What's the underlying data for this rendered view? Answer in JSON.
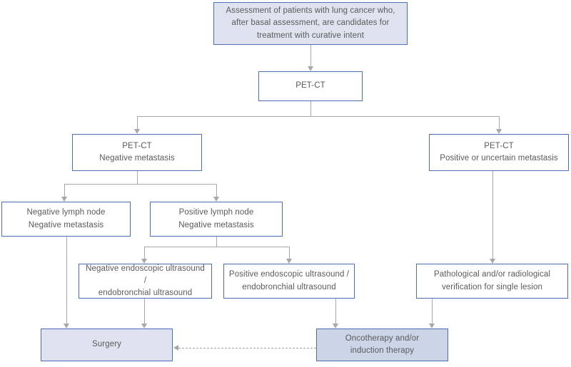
{
  "diagram": {
    "title": "Lung cancer staging and treatment decision flowchart",
    "colors": {
      "node_border": "#4a6fb5",
      "node_fill_white": "#ffffff",
      "node_fill_light": "#dfe3f0",
      "node_fill_mid": "#ccd4e8",
      "connector": "#a8a8a8",
      "text": "#5a5a5a"
    },
    "nodes": {
      "assessment": {
        "label": "Assessment of patients with lung cancer who,\nafter basal assessment, are candidates for\ntreatment with curative intent",
        "fill": "light"
      },
      "pet_ct": {
        "label": "PET-CT",
        "fill": "white"
      },
      "pet_ct_negative": {
        "label": "PET-CT\nNegative metastasis",
        "fill": "white"
      },
      "pet_ct_positive": {
        "label": "PET-CT\nPositive or uncertain metastasis",
        "fill": "white"
      },
      "negative_lymph_node": {
        "label": "Negative lymph node\nNegative metastasis",
        "fill": "white"
      },
      "positive_lymph_node": {
        "label": "Positive lymph node\nNegative metastasis",
        "fill": "white"
      },
      "negative_ultrasound": {
        "label": "Negative endoscopic ultrasound /\nendobronchial ultrasound",
        "fill": "white"
      },
      "positive_ultrasound": {
        "label": "Positive endoscopic ultrasound /\nendobronchial ultrasound",
        "fill": "white"
      },
      "pathological_verification": {
        "label": "Pathological and/or radiological\nverification for single lesion",
        "fill": "white"
      },
      "surgery": {
        "label": "Surgery",
        "fill": "light"
      },
      "oncotherapy": {
        "label": "Oncotherapy and/or\ninduction therapy",
        "fill": "mid"
      }
    }
  }
}
